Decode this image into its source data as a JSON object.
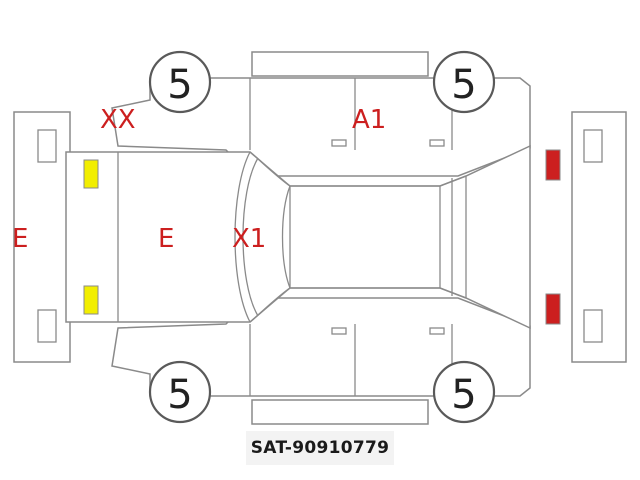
{
  "diagram": {
    "marks": {
      "xx": "XX",
      "a1": "A1",
      "e_rear_bumper": "E",
      "e_hood": "E",
      "x1": "X1"
    },
    "tires": {
      "front_left": "5",
      "rear_left": "5",
      "front_right": "5",
      "rear_right": "5"
    },
    "colors": {
      "damage_text": "#cc1f1f",
      "front_light": "#f2ee00",
      "rear_light": "#cc1f1f",
      "outline": "#8a8a8a"
    }
  },
  "footer": {
    "stock_code": "SAT-90910779"
  }
}
